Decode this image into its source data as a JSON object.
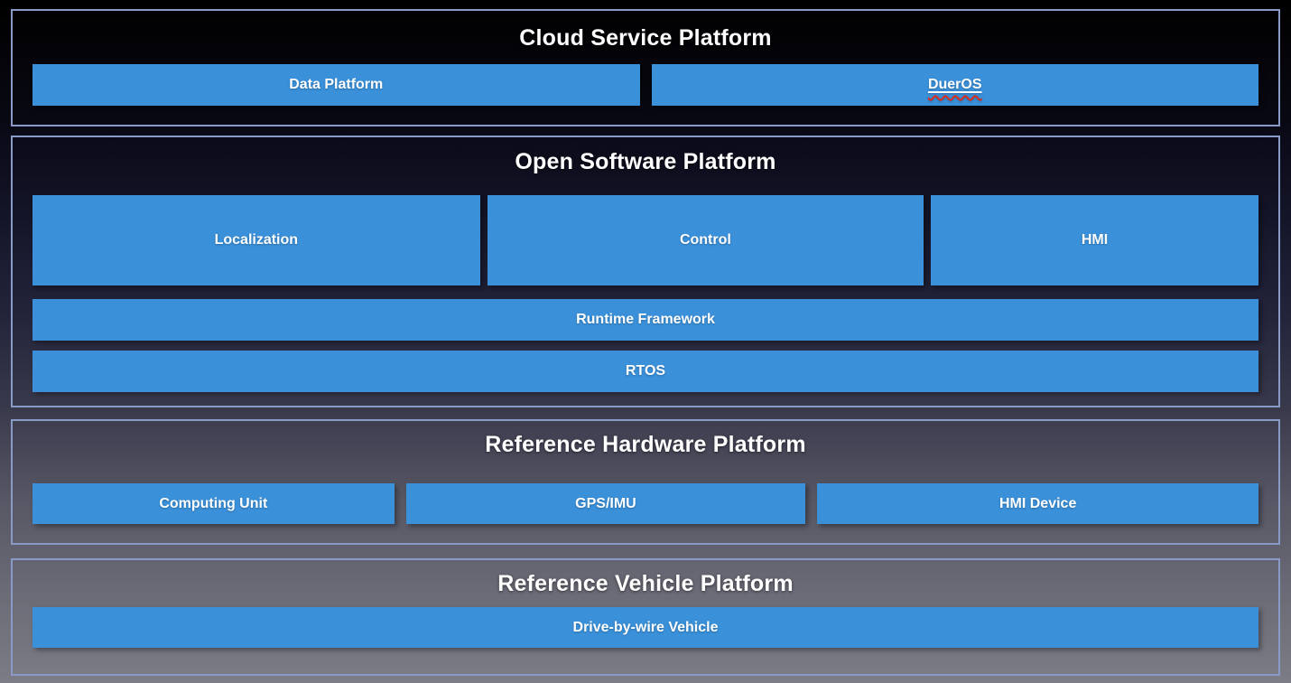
{
  "colors": {
    "box_blue": "#3a90d9",
    "section_border": "#8a9ac6",
    "squiggle_red": "#d92c1e"
  },
  "sections": {
    "cloud": {
      "title": "Cloud Service Platform",
      "boxes": [
        "Data Platform",
        "DuerOS"
      ]
    },
    "software": {
      "title": "Open Software Platform",
      "module_boxes": [
        "Localization",
        "Control",
        "HMI"
      ],
      "full_width_boxes": [
        "Runtime Framework",
        "RTOS"
      ]
    },
    "hardware": {
      "title": "Reference Hardware Platform",
      "boxes": [
        "Computing Unit",
        "GPS/IMU",
        "HMI Device"
      ]
    },
    "vehicle": {
      "title": "Reference Vehicle Platform",
      "boxes": [
        "Drive-by-wire Vehicle"
      ]
    }
  }
}
